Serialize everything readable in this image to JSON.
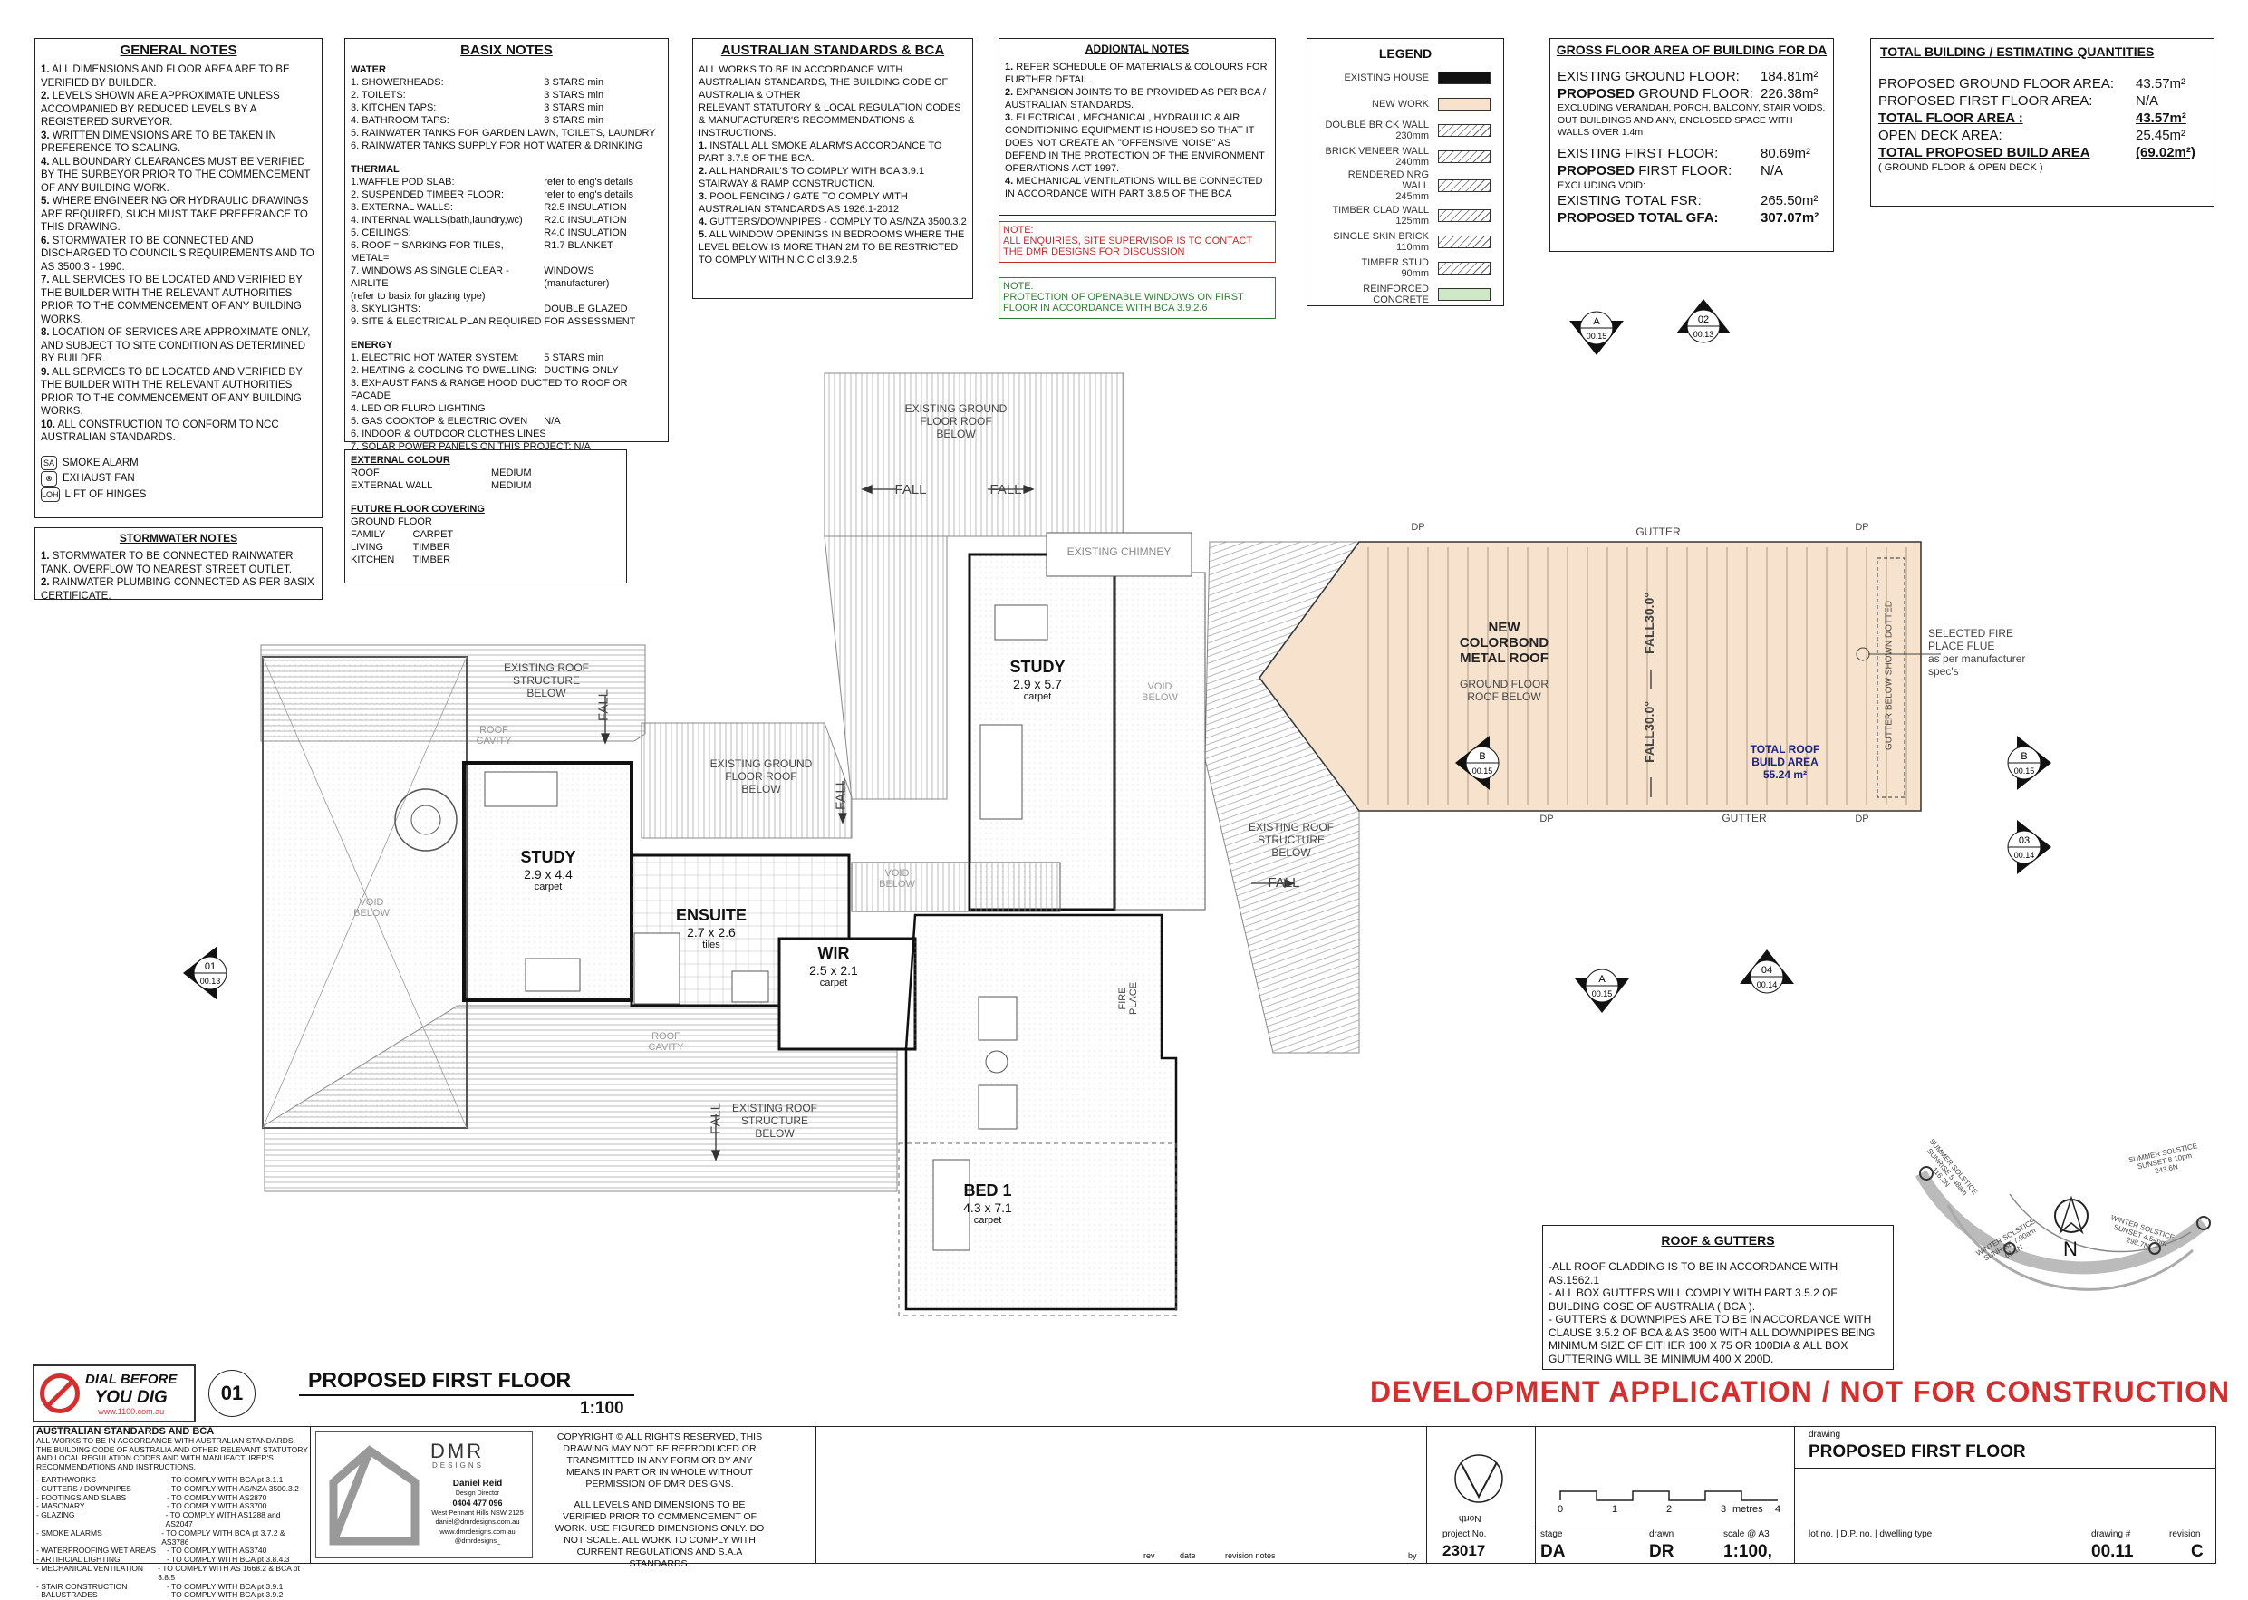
{
  "general_notes": {
    "title": "GENERAL NOTES",
    "items": [
      "1. ALL DIMENSIONS AND FLOOR AREA ARE TO BE VERIFIED BY BUILDER.",
      "2. LEVELS SHOWN ARE APPROXIMATE UNLESS ACCOMPANIED BY REDUCED LEVELS BY A REGISTERED SURVEYOR.",
      "3. WRITTEN DIMENSIONS ARE TO BE TAKEN IN PREFERENCE TO SCALING.",
      "4. ALL BOUNDARY CLEARANCES MUST BE VERIFIED BY THE SURBEYOR PRIOR TO THE COMMENCEMENT OF ANY BUILDING WORK.",
      "5. WHERE ENGINEERING OR HYDRAULIC DRAWINGS ARE REQUIRED, SUCH MUST TAKE PREFERANCE TO THIS DRAWING.",
      "6. STORMWATER TO BE CONNECTED AND DISCHARGED TO COUNCIL'S REQUIREMENTS AND TO AS 3500.3 - 1990.",
      "7. ALL SERVICES TO BE LOCATED AND VERIFIED BY THE BUILDER WITH THE RELEVANT AUTHORITIES PRIOR TO THE COMMENCEMENT OF ANY BUILDING WORKS.",
      "8. LOCATION OF SERVICES ARE APPROXIMATE ONLY, AND SUBJECT TO SITE CONDITION AS DETERMINED BY BUILDER.",
      "9. ALL SERVICES TO BE LOCATED AND VERIFIED BY THE BUILDER WITH THE RELEVANT AUTHORITIES PRIOR TO THE COMMENCEMENT OF ANY BUILDING WORKS.",
      "10. ALL CONSTRUCTION TO CONFORM TO NCC AUSTRALIAN STANDARDS."
    ],
    "legend": [
      {
        "sym": "SA",
        "label": "SMOKE ALARM"
      },
      {
        "sym": "⊗",
        "label": "EXHAUST FAN"
      },
      {
        "sym": "LOH",
        "label": "LIFT OF HINGES"
      }
    ]
  },
  "stormwater": {
    "title": "STORMWATER NOTES",
    "items": [
      "1. STORMWATER TO BE CONNECTED RAINWATER TANK. OVERFLOW TO NEAREST STREET OUTLET.",
      "2. RAINWATER PLUMBING CONNECTED AS PER BASIX CERTIFICATE."
    ]
  },
  "basix": {
    "title": "BASIX NOTES",
    "water_title": "WATER",
    "water": [
      [
        "1. SHOWERHEADS:",
        "3 STARS min"
      ],
      [
        "2. TOILETS:",
        "3 STARS min"
      ],
      [
        "3. KITCHEN TAPS:",
        "3 STARS min"
      ],
      [
        "4. BATHROOM TAPS:",
        "3 STARS min"
      ]
    ],
    "water_extra": [
      "5. RAINWATER TANKS FOR GARDEN LAWN, TOILETS, LAUNDRY",
      "6. RAINWATER TANKS SUPPLY FOR HOT WATER & DRINKING"
    ],
    "thermal_title": "THERMAL",
    "thermal": [
      [
        "1.WAFFLE POD SLAB:",
        "refer to eng's details"
      ],
      [
        "2. SUSPENDED TIMBER FLOOR:",
        "refer to eng's details"
      ],
      [
        "3. EXTERNAL WALLS:",
        "R2.5 INSULATION"
      ],
      [
        "4. INTERNAL WALLS(bath,laundry,wc)",
        "R2.0 INSULATION"
      ],
      [
        "5. CEILINGS:",
        "R4.0 INSULATION"
      ],
      [
        "6. ROOF = SARKING FOR TILES, METAL=",
        "R1.7 BLANKET"
      ],
      [
        "7. WINDOWS AS SINGLE CLEAR - AIRLITE",
        "WINDOWS (manufacturer)"
      ]
    ],
    "thermal_extra": [
      "(refer to basix for glazing type)"
    ],
    "thermal_more": [
      [
        "8. SKYLIGHTS:",
        "DOUBLE GLAZED"
      ]
    ],
    "thermal_last": [
      "9. SITE & ELECTRICAL PLAN REQUIRED FOR ASSESSMENT"
    ],
    "energy_title": "ENERGY",
    "energy": [
      [
        "1. ELECTRIC HOT WATER SYSTEM:",
        "5 STARS min"
      ],
      [
        "2. HEATING & COOLING TO DWELLING:",
        "DUCTING ONLY"
      ]
    ],
    "energy_extra": [
      "3. EXHAUST FANS & RANGE HOOD DUCTED TO ROOF OR FACADE",
      "4. LED OR FLURO LIGHTING"
    ],
    "energy_more": [
      [
        "5. GAS COOKTOP & ELECTRIC OVEN",
        "N/A"
      ]
    ],
    "energy_last": [
      "6. INDOOR & OUTDOOR CLOTHES LINES",
      "7. SOLAR POWER PANELS ON THIS PROJECT:  N/A"
    ]
  },
  "external_colour": {
    "title": "EXTERNAL COLOUR",
    "rows": [
      [
        "ROOF",
        "MEDIUM"
      ],
      [
        "EXTERNAL WALL",
        "MEDIUM"
      ]
    ],
    "floor_title": "FUTURE FLOOR COVERING",
    "floor_head": "GROUND FLOOR",
    "floor_rows": [
      [
        "FAMILY",
        "CARPET"
      ],
      [
        "LIVING",
        "TIMBER"
      ],
      [
        "KITCHEN",
        "TIMBER"
      ]
    ]
  },
  "aus_standards": {
    "title": "AUSTRALIAN STANDARDS & BCA",
    "items": [
      "ALL WORKS TO BE IN ACCORDANCE WITH AUSTRALIAN STANDARDS, THE BUILDING CODE OF AUSTRALIA & OTHER",
      "RELEVANT STATUTORY & LOCAL REGULATION CODES & MANUFACTURER'S RECOMMENDATIONS & INSTRUCTIONS.",
      "1. INSTALL ALL SMOKE ALARM'S ACCORDANCE TO PART 3.7.5 OF THE BCA.",
      "2. ALL HANDRAIL'S TO COMPLY WITH BCA 3.9.1 STAIRWAY & RAMP CONSTRUCTION.",
      "3. POOL FENCING / GATE TO COMPLY WITH AUSTRALIAN STANDARDS AS 1926.1-2012",
      "4. GUTTERS/DOWNPIPES - COMPLY TO AS/NZA 3500.3.2",
      "5. ALL WINDOW OPENINGS IN BEDROOMS WHERE THE LEVEL BELOW IS MORE THAN 2M TO BE RESTRICTED TO COMPLY WITH N.C.C cl 3.9.2.5"
    ]
  },
  "additional": {
    "title": "ADDIONTAL NOTES",
    "items": [
      "1. REFER SCHEDULE OF MATERIALS & COLOURS FOR FURTHER DETAIL.",
      "2. EXPANSION JOINTS TO BE PROVIDED AS PER BCA / AUSTRALIAN STANDARDS.",
      "3. ELECTRICAL, MECHANICAL, HYDRAULIC & AIR CONDITIONING EQUIPMENT IS HOUSED SO THAT IT DOES NOT CREATE AN \"OFFENSIVE NOISE\" AS DEFEND IN THE PROTECTION OF THE ENVIRONMENT OPERATIONS ACT 1997.",
      "4. MECHANICAL VENTILATIONS WILL BE CONNECTED IN ACCORDANCE WITH PART 3.8.5 OF THE BCA"
    ],
    "red_note": "NOTE:\nALL ENQUIRIES, SITE SUPERVISOR IS TO CONTACT THE DMR DESIGNS FOR DISCUSSION",
    "green_note": "NOTE:\nPROTECTION OF OPENABLE WINDOWS ON FIRST FLOOR IN ACCORDANCE WITH BCA 3.9.2.6"
  },
  "legend": {
    "title": "LEGEND",
    "items": [
      {
        "label": "EXISTING HOUSE",
        "swatch": "solid"
      },
      {
        "label": "NEW WORK",
        "swatch": "new"
      },
      {
        "label": "DOUBLE BRICK WALL\n230mm",
        "swatch": "hatch"
      },
      {
        "label": "BRICK VENEER WALL\n240mm",
        "swatch": "hatch"
      },
      {
        "label": "RENDERED NRG WALL\n245mm",
        "swatch": "hatch"
      },
      {
        "label": "TIMBER CLAD WALL\n125mm",
        "swatch": "hatch"
      },
      {
        "label": "SINGLE SKIN BRICK\n110mm",
        "swatch": "hatch"
      },
      {
        "label": "TIMBER STUD\n90mm",
        "swatch": "hatch"
      },
      {
        "label": "REINFORCED CONCRETE",
        "swatch": "concrete"
      }
    ],
    "colors": {
      "new": "#f7e3cd",
      "concrete": "#cfe8c8"
    }
  },
  "gfa": {
    "title": "GROSS FLOOR AREA OF BUILDING FOR DA",
    "existing_ground_label": "EXISTING GROUND FLOOR:",
    "existing_ground": "184.81m²",
    "proposed_word": "PROPOSED",
    "proposed_ground_label": " GROUND FLOOR:",
    "proposed_ground": "226.38m²",
    "excluding": "EXCLUDING VERANDAH, PORCH, BALCONY, STAIR VOIDS, OUT BUILDINGS AND ANY, ENCLOSED SPACE WITH WALLS OVER 1.4m",
    "existing_first_label": "EXISTING FIRST FLOOR:",
    "existing_first": "80.69m²",
    "proposed_first_label": " FIRST FLOOR:",
    "proposed_first": "N/A",
    "excl_void": "EXCLUDING VOID:",
    "fsr_label": "EXISTING TOTAL FSR:",
    "fsr": "265.50m²",
    "total_label": "PROPOSED TOTAL GFA:",
    "total": "307.07m²"
  },
  "quantities": {
    "title": "TOTAL BUILDING / ESTIMATING QUANTITIES",
    "rows": [
      {
        "label": "PROPOSED GROUND FLOOR AREA:",
        "value": "43.57m²",
        "bold": false
      },
      {
        "label": "PROPOSED FIRST FLOOR AREA:",
        "value": "N/A",
        "bold": false
      },
      {
        "label": "TOTAL FLOOR AREA :",
        "value": "43.57m²",
        "bold": true
      },
      {
        "label": "OPEN DECK AREA:",
        "value": "25.45m²",
        "bold": false
      },
      {
        "label": "TOTAL PROPOSED BUILD AREA",
        "value": "(69.02m²)",
        "bold": true
      }
    ],
    "note": "( GROUND FLOOR & OPEN DECK )"
  },
  "plan": {
    "rooms": {
      "study1": {
        "name": "STUDY",
        "dim": "2.9 x 5.7",
        "fin": "carpet"
      },
      "study2": {
        "name": "STUDY",
        "dim": "2.9 x 4.4",
        "fin": "carpet"
      },
      "ensuite": {
        "name": "ENSUITE",
        "dim": "2.7 x 2.6",
        "fin": "tiles"
      },
      "wir": {
        "name": "WIR",
        "dim": "2.5 x 2.1",
        "fin": "carpet"
      },
      "bed1": {
        "name": "BED 1",
        "dim": "4.3 x 7.1",
        "fin": "carpet"
      }
    },
    "labels": {
      "existing_ground_roof_top": "EXISTING GROUND\nFLOOR ROOF\nBELOW",
      "existing_ground_roof_mid": "EXISTING GROUND\nFLOOR ROOF\nBELOW",
      "existing_roof_left": "EXISTING ROOF\nSTRUCTURE\nBELOW",
      "existing_roof_right": "EXISTING ROOF\nSTRUCTURE\nBELOW",
      "existing_roof_bottom": "EXISTING ROOF\nSTRUCTURE\nBELOW",
      "chimney": "EXISTING CHIMNEY",
      "new_roof": "NEW\nCOLORBOND\nMETAL ROOF",
      "new_roof_sub": "GROUND FLOOR\nROOF BELOW",
      "roof_area": "TOTAL ROOF\nBUILD AREA\n55.24 m²",
      "fall": "FALL",
      "fall30": "FALL30.0°",
      "gutter": "GUTTER",
      "dp": "DP",
      "gutter_below": "GUTTER BELOW SHOWN DOTTED",
      "void_below": "VOID\nBELOW",
      "roof_cavity": "ROOF\nCAVITY",
      "fire_place": "FIRE\nPLACE",
      "flue_note": "SELECTED FIRE\nPLACE FLUE\nas per manufacturer\nspec's"
    },
    "markers": [
      {
        "top": "A",
        "bot": "00.15"
      },
      {
        "top": "02",
        "bot": "00.13"
      },
      {
        "top": "B",
        "bot": "00.15"
      },
      {
        "top": "B",
        "bot": "00.15"
      },
      {
        "top": "03",
        "bot": "00.14"
      },
      {
        "top": "01",
        "bot": "00.13"
      },
      {
        "top": "A",
        "bot": "00.15"
      },
      {
        "top": "04",
        "bot": "00.14"
      }
    ]
  },
  "roof_gutters": {
    "title": "ROOF & GUTTERS",
    "items": [
      "-ALL ROOF CLADDING IS TO BE IN ACCORDANCE WITH AS.1562.1",
      "- ALL BOX GUTTERS WILL COMPLY WITH PART 3.5.2 OF BUILDING COSE OF AUSTRALIA ( BCA ).",
      "- GUTTERS & DOWNPIPES ARE TO BE IN ACCORDANCE WITH CLAUSE 3.5.2 OF BCA & AS 3500 WITH ALL DOWNPIPES BEING MINIMUM SIZE OF EITHER 100 X 75 OR 100DIA & ALL BOX GUTTERING WILL BE MINIMUM 400 X 200D."
    ]
  },
  "solar": {
    "summer_left": "SUMMER SOLSTICE\nSUNRISE 5.48am\n116.3N",
    "summer_right": "SUMMER SOLSTICE\nSUNSET 8.10pm\n243.6N",
    "winter_left": "WINTER SOLSTICE\nSUNRISE 7.00am\n61.1N",
    "winter_right": "WINTER SOLSTICE\nSUNSET 4.54pm\n298.7N",
    "north": "N"
  },
  "footer": {
    "dbyd_1": "DIAL BEFORE",
    "dbyd_2": "YOU DIG",
    "dbyd_url": "www.1100.com.au",
    "drawing_number": "01",
    "drawing_title": "PROPOSED FIRST FLOOR",
    "scale": "1:100",
    "banner": "DEVELOPMENT APPLICATION / NOT FOR CONSTRUCTION",
    "banner_color": "#d32f2f",
    "std_title": "AUSTRALIAN STANDARDS AND BCA",
    "std_text": "ALL WORKS TO BE IN ACCORDANCE WITH AUSTRALIAN STANDARDS, THE BUILDING CODE OF AUSTRALIA AND OTHER RELEVANT STATUTORY AND LOCAL REGULATION CODES AND WITH MANUFACTURER'S RECOMMENDATIONS AND INSTRUCTIONS.",
    "std_rows": [
      [
        "- EARTHWORKS",
        "- TO COMPLY WITH BCA pt 3.1.1"
      ],
      [
        "- GUTTERS / DOWNPIPES",
        "- TO COMPLY WITH AS/NZA 3500.3.2"
      ],
      [
        "- FOOTINGS AND SLABS",
        "- TO COMPLY WITH AS2870"
      ],
      [
        "- MASONARY",
        "- TO COMPLY WITH AS3700"
      ],
      [
        "- GLAZING",
        "- TO COMPLY WITH AS1288 and AS2047"
      ],
      [
        "- SMOKE ALARMS",
        "- TO COMPLY WITH BCA pt 3.7.2 & AS3786"
      ],
      [
        "- WATERPROOFING WET AREAS",
        "- TO COMPLY WITH AS3740"
      ],
      [
        "- ARTIFICIAL LIGHTING",
        "- TO COMPLY WITH BCA pt 3.8.4.3"
      ],
      [
        "- MECHANICAL VENTILATION",
        "- TO COMPLY WITH AS 1668.2 & BCA pt 3.8.5"
      ],
      [
        "- STAIR CONSTRUCTION",
        "- TO COMPLY WITH BCA pt 3.9.1"
      ],
      [
        "- BALUSTRADES",
        "- TO COMPLY WITH BCA pt 3.9.2"
      ]
    ],
    "company": "DMR",
    "company_sub": "DESIGNS",
    "person": "Daniel Reid",
    "person_title": "Design Director",
    "phone": "0404 477 096",
    "address": "West Pennant Hills NSW 2125",
    "email": "daniel@dmrdesigns.com.au",
    "web": "www.dmrdesigns.com.au",
    "handle": "@dmrdesigns_",
    "copyright": "COPYRIGHT © ALL RIGHTS RESERVED, THIS DRAWING MAY NOT BE REPRODUCED OR TRANSMITTED IN ANY FORM OR BY ANY MEANS IN PART OR IN WHOLE WITHOUT PERMISSION OF DMR DESIGNS.",
    "levels": "ALL LEVELS AND DIMENSIONS TO BE VERIFIED PRIOR TO COMMENCEMENT OF WORK. USE FIGURED DIMENSIONS ONLY. DO NOT SCALE. ALL WORK TO COMPLY WITH CURRENT REGULATIONS AND S.A.A STANDARDS.",
    "rev_labels": [
      "rev",
      "date",
      "revision notes",
      "by"
    ],
    "project_no_label": "project No.",
    "project_no": "23017",
    "stage_label": "stage",
    "stage": "DA",
    "drawn_label": "drawn",
    "drawn": "DR",
    "scale_label": "scale @ A3",
    "scale_val": "1:100,",
    "scale_bar": [
      "0",
      "1",
      "2",
      "3",
      "4"
    ],
    "scale_unit": "metres",
    "drawing_label": "drawing",
    "drawing_name": "PROPOSED FIRST FLOOR",
    "lot_label": "lot no. | D.P. no. | dwelling type",
    "drawing_no_label": "drawing #",
    "drawing_no": "00.11",
    "revision_label": "revision",
    "revision": "C",
    "north_word": "North"
  }
}
